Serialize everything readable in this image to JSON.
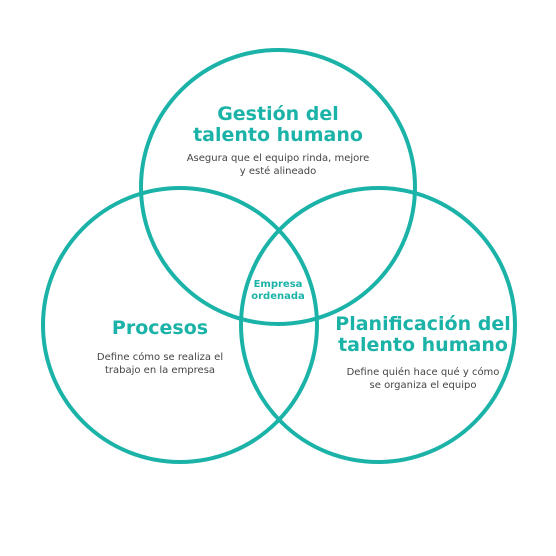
{
  "colors": {
    "accent": "#1bb3a8",
    "text": "#444444",
    "background": "#ffffff"
  },
  "circles": [
    {
      "id": "gestion",
      "title_line1": "Gestión del",
      "title_line2": "talento humano",
      "desc_line1": "Asegura que el equipo rinda, mejore",
      "desc_line2": "y esté alineado"
    },
    {
      "id": "procesos",
      "title_line1": "Procesos",
      "desc_line1": "Define cómo se realiza el",
      "desc_line2": "trabajo en la empresa"
    },
    {
      "id": "planificacion",
      "title_line1": "Planificación del",
      "title_line2": "talento humano",
      "desc_line1": "Define quién hace qué y cómo",
      "desc_line2": "se organiza el equipo"
    }
  ],
  "center": {
    "line1": "Empresa",
    "line2": "ordenada"
  }
}
